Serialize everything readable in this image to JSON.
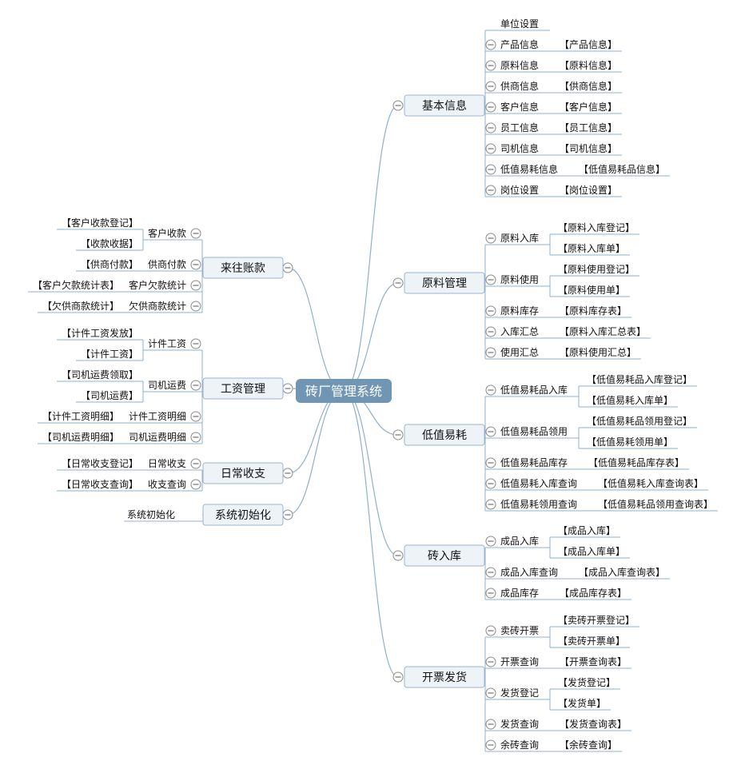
{
  "root": "砖厂管理系统",
  "right": [
    {
      "label": "基本信息",
      "items": [
        {
          "label": "单位设置",
          "leaves": []
        },
        {
          "label": "产品信息",
          "leaves": [
            "【产品信息】"
          ]
        },
        {
          "label": "原料信息",
          "leaves": [
            "【原料信息】"
          ]
        },
        {
          "label": "供商信息",
          "leaves": [
            "【供商信息】"
          ]
        },
        {
          "label": "客户信息",
          "leaves": [
            "【客户信息】"
          ]
        },
        {
          "label": "员工信息",
          "leaves": [
            "【员工信息】"
          ]
        },
        {
          "label": "司机信息",
          "leaves": [
            "【司机信息】"
          ]
        },
        {
          "label": "低值易耗信息",
          "leaves": [
            "【低值易耗品信息】"
          ]
        },
        {
          "label": "岗位设置",
          "leaves": [
            "【岗位设置】"
          ]
        }
      ]
    },
    {
      "label": "原料管理",
      "items": [
        {
          "label": "原料入库",
          "leaves": [
            "【原料入库登记】",
            "【原料入库单】"
          ]
        },
        {
          "label": "原料使用",
          "leaves": [
            "【原料使用登记】",
            "【原料使用单】"
          ]
        },
        {
          "label": "原料库存",
          "leaves": [
            "【原料库存表】"
          ]
        },
        {
          "label": "入库汇总",
          "leaves": [
            "【原料入库汇总表】"
          ]
        },
        {
          "label": "使用汇总",
          "leaves": [
            "【原料使用汇总】"
          ]
        }
      ]
    },
    {
      "label": "低值易耗",
      "items": [
        {
          "label": "低值易耗品入库",
          "leaves": [
            "【低值易耗品入库登记】",
            "【低值易耗入库单】"
          ]
        },
        {
          "label": "低值易耗品领用",
          "leaves": [
            "【低值易耗品领用登记】",
            "【低值易耗领用单】"
          ]
        },
        {
          "label": "低值易耗品库存",
          "leaves": [
            "【低值易耗品库存表】"
          ]
        },
        {
          "label": "低值易耗入库查询",
          "leaves": [
            "【低值易耗入库查询表】"
          ]
        },
        {
          "label": "低值易耗领用查询",
          "leaves": [
            "【低值易耗品领用查询表】"
          ]
        }
      ]
    },
    {
      "label": "砖入库",
      "items": [
        {
          "label": "成品入库",
          "leaves": [
            "【成品入库】",
            "【成品入库单】"
          ]
        },
        {
          "label": "成品入库查询",
          "leaves": [
            "【成品入库查询表】"
          ]
        },
        {
          "label": "成品库存",
          "leaves": [
            "【成品库存表】"
          ]
        }
      ]
    },
    {
      "label": "开票发货",
      "items": [
        {
          "label": "卖砖开票",
          "leaves": [
            "【卖砖开票登记】",
            "【卖砖开票单】"
          ]
        },
        {
          "label": "开票查询",
          "leaves": [
            "【开票查询表】"
          ]
        },
        {
          "label": "发货登记",
          "leaves": [
            "【发货登记】",
            "【发货单】"
          ]
        },
        {
          "label": "发货查询",
          "leaves": [
            "【发货查询表】"
          ]
        },
        {
          "label": "余砖查询",
          "leaves": [
            "【余砖查询】"
          ]
        }
      ]
    }
  ],
  "left": [
    {
      "label": "来往账款",
      "items": [
        {
          "label": "客户收款",
          "leaves": [
            "【客户收款登记】",
            "【收款收据】"
          ]
        },
        {
          "label": "供商付款",
          "leaves": [
            "【供商付款】"
          ]
        },
        {
          "label": "客户欠款统计",
          "leaves": [
            "【客户欠款统计表】"
          ]
        },
        {
          "label": "欠供商款统计",
          "leaves": [
            "【欠供商款统计】"
          ]
        }
      ]
    },
    {
      "label": "工资管理",
      "items": [
        {
          "label": "计件工资",
          "leaves": [
            "【计件工资发放】",
            "【计件工资】"
          ]
        },
        {
          "label": "司机运费",
          "leaves": [
            "【司机运费领取】",
            "【司机运费】"
          ]
        },
        {
          "label": "计件工资明细",
          "leaves": [
            "【计件工资明细】"
          ]
        },
        {
          "label": "司机运费明细",
          "leaves": [
            "【司机运费明细】"
          ]
        }
      ]
    },
    {
      "label": "日常收支",
      "items": [
        {
          "label": "日常收支",
          "leaves": [
            "【日常收支登记】"
          ]
        },
        {
          "label": "收支查询",
          "leaves": [
            "【日常收支查询】"
          ]
        }
      ]
    },
    {
      "label": "系统初始化",
      "items": [
        {
          "label": "系统初始化",
          "leaves": []
        }
      ]
    }
  ]
}
